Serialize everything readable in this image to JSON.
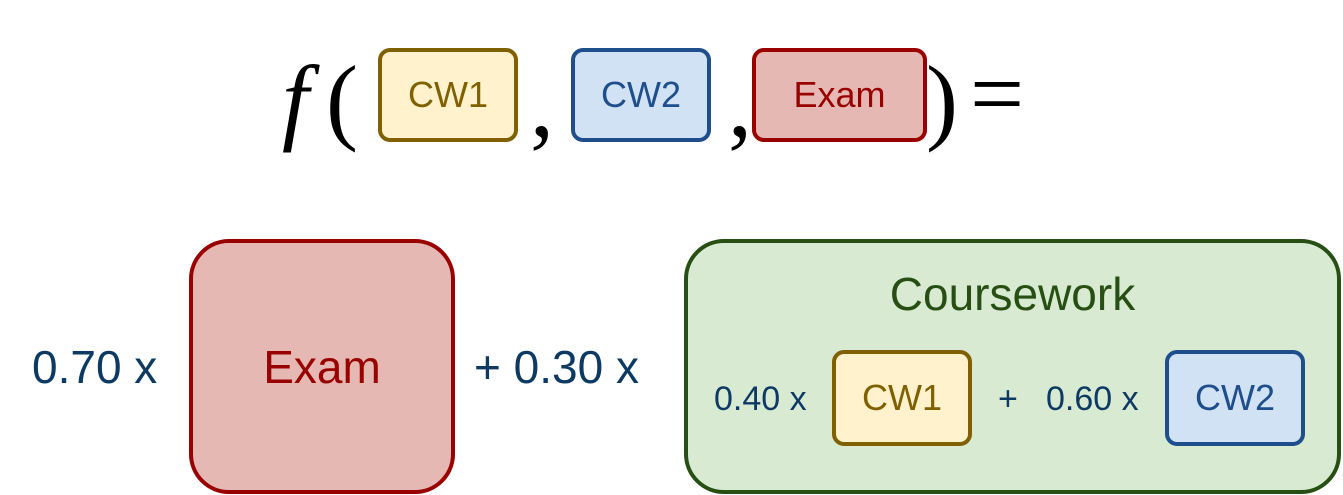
{
  "formula": {
    "function_name": "f",
    "open_paren": "(",
    "comma": ",",
    "close_paren": ")",
    "equals": "=",
    "args": [
      "CW1",
      "CW2",
      "Exam"
    ]
  },
  "weighted_sum": {
    "exam_coef": "0.70 x",
    "exam_label": "Exam",
    "coursework_coef": "+ 0.30 x",
    "coursework": {
      "title": "Coursework",
      "cw1_coef": "0.40 x",
      "cw1_label": "CW1",
      "plus": "+",
      "cw2_coef": "0.60 x",
      "cw2_label": "CW2"
    }
  },
  "colors": {
    "cw1_fill": "#fff2cc",
    "cw1_stroke": "#806000",
    "cw2_fill": "#d0e2f3",
    "cw2_stroke": "#1f4e8c",
    "exam_fill": "#e6b8b3",
    "exam_stroke": "#990000",
    "coursework_fill": "#d9ead3",
    "coursework_stroke": "#274e13",
    "coefficient_text": "#0d3a63"
  }
}
